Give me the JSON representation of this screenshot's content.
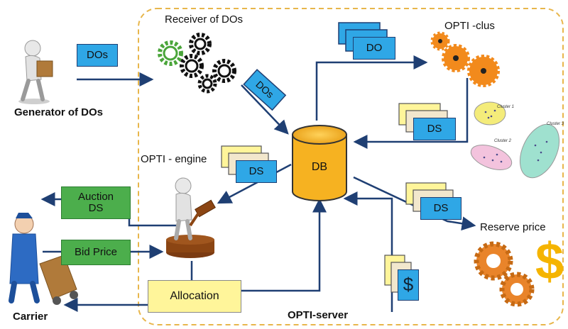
{
  "labels": {
    "generator": "Generator of DOs",
    "receiver": "Receiver of DOs",
    "opti_clus": "OPTI -clus",
    "opti_engine": "OPTI - engine",
    "reserve_price": "Reserve price",
    "carrier": "Carrier",
    "opti_server": "OPTI-server",
    "db": "DB"
  },
  "packets": {
    "dos_top": "DOs",
    "dos_diag": "DOs",
    "do_stack": "DO",
    "ds_clus": "DS",
    "ds_engine": "DS",
    "ds_reserve": "DS"
  },
  "green_boxes": {
    "auction_line1": "Auction",
    "auction_line2": "DS",
    "bid_price": "Bid Price"
  },
  "allocation": "Allocation",
  "clusters": [
    "Cluster 1",
    "Cluster 2",
    "Cluster 3"
  ],
  "currency_symbol": "$",
  "colors": {
    "blue_box": "#2fa7e6",
    "green_box": "#4cae4c",
    "yellow_box": "#fff59a",
    "orange_gear": "#f28a1c",
    "green_gear": "#4aa53a",
    "db_yellow": "#f6b221",
    "dash_border": "#e8b64b",
    "arrow": "#1f3f73"
  }
}
